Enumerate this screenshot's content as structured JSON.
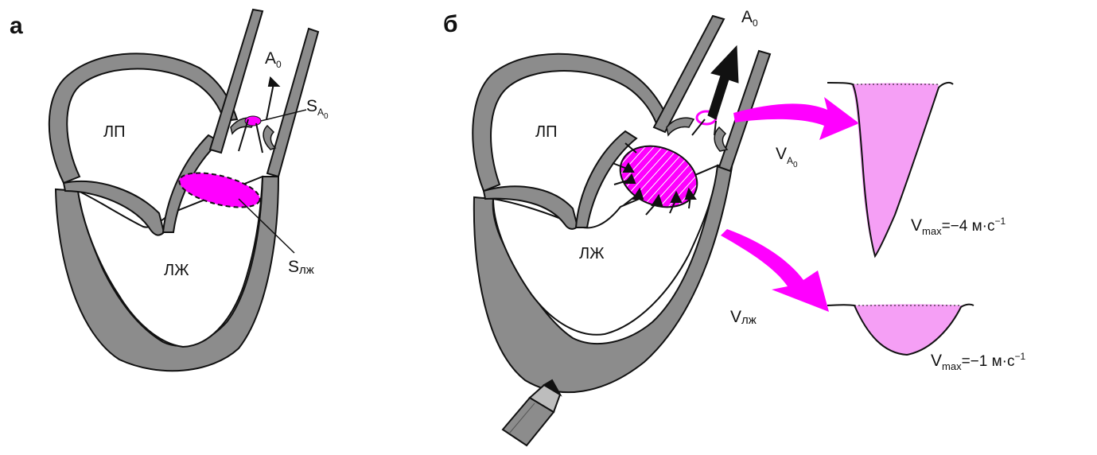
{
  "panel_a": {
    "letter": "а",
    "chamber_top": "ЛП",
    "chamber_bottom": "ЛЖ",
    "aorta_main": "A",
    "aorta_sub": "0",
    "area_aorta_main": "S",
    "area_aorta_sub": "A",
    "area_aorta_subsub": "0",
    "area_lv_main": "S",
    "area_lv_sub": "лж"
  },
  "panel_b": {
    "letter": "б",
    "chamber_top": "ЛП",
    "chamber_bottom": "ЛЖ",
    "aorta_main": "A",
    "aorta_sub": "0",
    "velocity_aorta_main": "V",
    "velocity_aorta_sub": "A",
    "velocity_aorta_subsub": "0",
    "velocity_aorta_max_main": "V",
    "velocity_aorta_max_sub": "max",
    "velocity_aorta_max_value": "=−4 м·с",
    "velocity_aorta_max_exp": "−1",
    "velocity_lv_main": "V",
    "velocity_lv_sub": "лж",
    "velocity_lv_max_main": "V",
    "velocity_lv_max_sub": "max",
    "velocity_lv_max_value": "=−1 м·с",
    "velocity_lv_max_exp": "−1"
  },
  "colors": {
    "wall": "#8c8c8c",
    "magenta": "#ff00ff",
    "spectrum_fill": "#f59ff5",
    "ink": "#111111"
  }
}
